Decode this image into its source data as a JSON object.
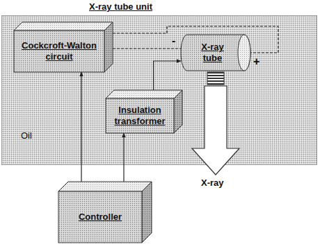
{
  "diagram": {
    "nodes": [
      {
        "text": [
          "X-ray tube unit"
        ]
      },
      {
        "text": [
          "Cockcroft-Walton circuit"
        ],
        "in": 0
      },
      {
        "text": [
          "X-ray tube"
        ],
        "in": 0
      },
      {
        "text": [
          "Insulation transformer"
        ],
        "in": 0
      },
      {
        "text": [
          "Controller"
        ]
      }
    ],
    "edges": [
      {
        "from": 1,
        "to": 2,
        "arrow": "none"
      },
      {
        "from": 1,
        "to": 2,
        "arrow": "none"
      },
      {
        "from": 3,
        "to": 2,
        "arrow": "to"
      },
      {
        "from": 4,
        "to": 1,
        "arrow": "to"
      },
      {
        "from": 4,
        "to": 3,
        "arrow": "to"
      }
    ],
    "labels": [
      "Oil",
      "X-ray",
      "+",
      "-"
    ]
  }
}
